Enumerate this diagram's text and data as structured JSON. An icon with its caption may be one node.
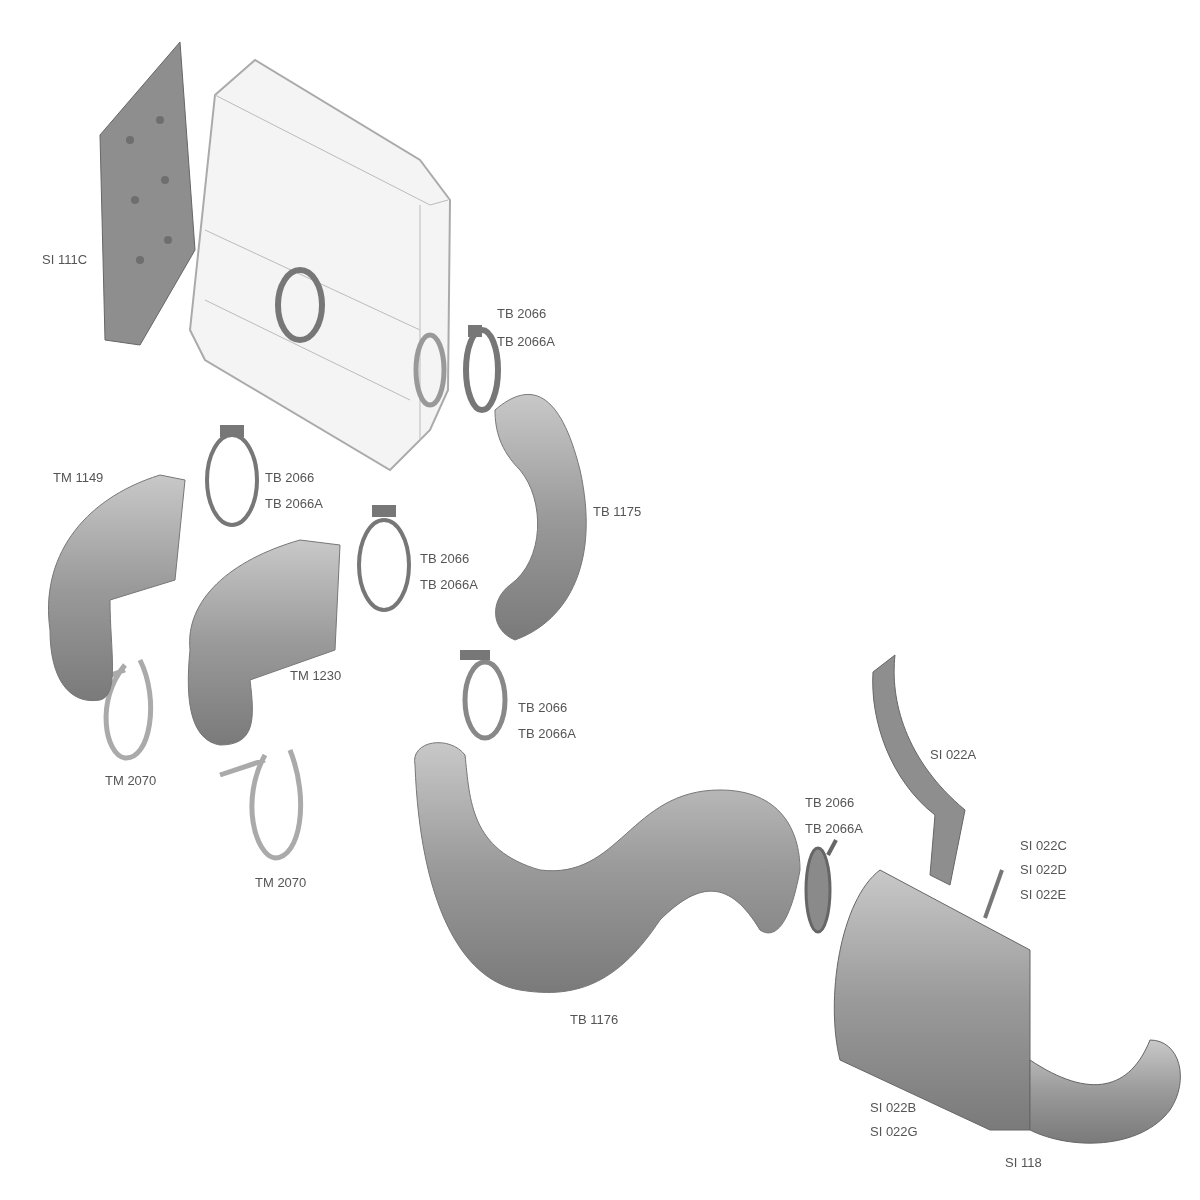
{
  "diagram": {
    "labels": [
      "SI 111C",
      "TB 2066",
      "TB 2066A",
      "TM 1149",
      "TB 2066",
      "TB 2066A",
      "TB 1175",
      "TB 2066",
      "TB 2066A",
      "TM 1230",
      "TB 2066",
      "TB 2066A",
      "SI 022A",
      "TM 2070",
      "TB 2066",
      "TB 2066A",
      "SI 022C",
      "SI 022D",
      "SI 022E",
      "TM 2070",
      "TB 1176",
      "SI 022B",
      "SI 022G",
      "SI 118"
    ]
  }
}
